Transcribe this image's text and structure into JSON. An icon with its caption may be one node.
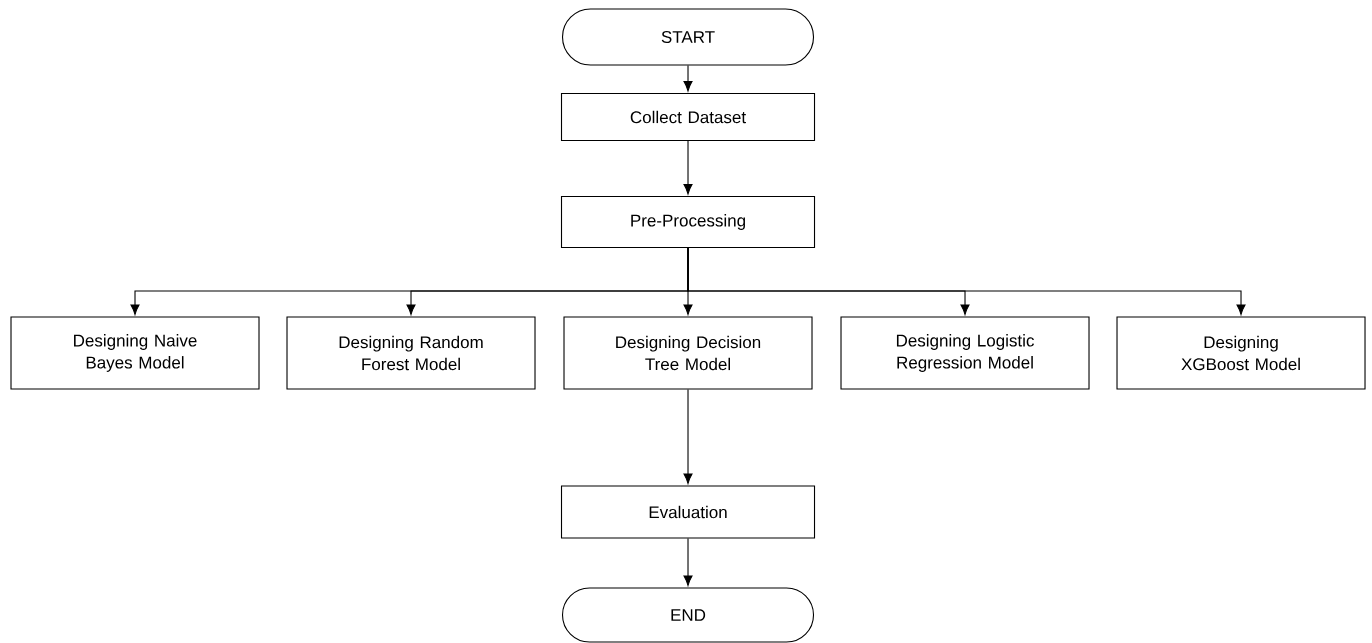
{
  "diagram": {
    "nodes": [
      {
        "text": [
          "START"
        ]
      },
      {
        "text": [
          "Collect Dataset"
        ]
      },
      {
        "text": [
          "Pre-Processing"
        ]
      },
      {
        "text": [
          "Designing Naive Bayes Model"
        ]
      },
      {
        "text": [
          "Designing Random Forest Model"
        ]
      },
      {
        "text": [
          "Designing Decision Tree Model"
        ]
      },
      {
        "text": [
          "Designing Logistic Regression Model"
        ]
      },
      {
        "text": [
          "Designing XGBoost Model"
        ]
      },
      {
        "text": [
          "Evaluation"
        ]
      },
      {
        "text": [
          "END"
        ]
      }
    ],
    "edges": [
      {
        "from": 0,
        "to": 1,
        "arrow": "to"
      },
      {
        "from": 1,
        "to": 2,
        "arrow": "to"
      },
      {
        "from": 2,
        "to": 3,
        "arrow": "to"
      },
      {
        "from": 2,
        "to": 4,
        "arrow": "to"
      },
      {
        "from": 2,
        "to": 5,
        "arrow": "to"
      },
      {
        "from": 2,
        "to": 6,
        "arrow": "to"
      },
      {
        "from": 2,
        "to": 7,
        "arrow": "to"
      },
      {
        "from": 5,
        "to": 8,
        "arrow": "to"
      },
      {
        "from": 8,
        "to": 9,
        "arrow": "to"
      }
    ]
  }
}
